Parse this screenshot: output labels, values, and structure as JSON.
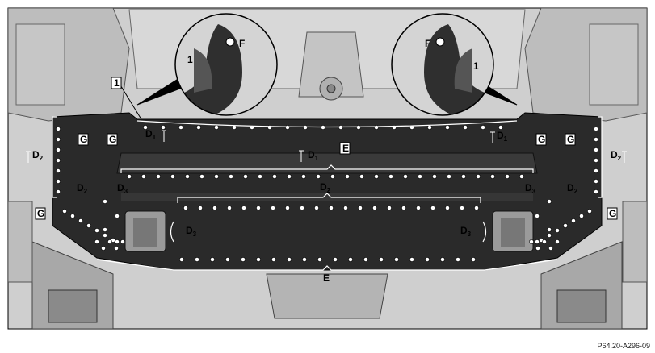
{
  "figure": {
    "reference_code": "P64.20-A296-09",
    "background_color": "#cfcfcf",
    "panel_color": "#2a2a2a",
    "hole_color": "#ffffff",
    "callouts": {
      "one": "1",
      "e": "E",
      "f": "F",
      "g": "G",
      "d1": "D",
      "d1_sub": "1",
      "d2": "D",
      "d2_sub": "2",
      "d3": "D",
      "d3_sub": "3"
    }
  }
}
